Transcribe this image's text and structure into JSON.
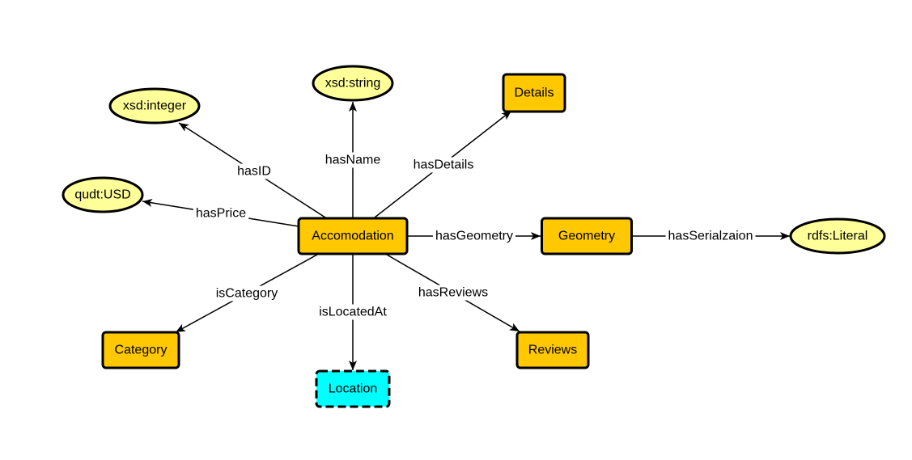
{
  "colors": {
    "class_fill": "#FFC800",
    "literal_fill": "#FFFF99",
    "external_fill": "#00FFFF",
    "stroke": "#000000",
    "edge_label_bg": "#FFFFFF"
  },
  "nodes": [
    {
      "id": "accomodation",
      "label": "Accomodation",
      "kind": "class"
    },
    {
      "id": "details",
      "label": "Details",
      "kind": "class"
    },
    {
      "id": "geometry",
      "label": "Geometry",
      "kind": "class"
    },
    {
      "id": "category",
      "label": "Category",
      "kind": "class"
    },
    {
      "id": "reviews",
      "label": "Reviews",
      "kind": "class"
    },
    {
      "id": "location",
      "label": "Location",
      "kind": "external"
    },
    {
      "id": "xsd-string",
      "label": "xsd:string",
      "kind": "literal"
    },
    {
      "id": "xsd-integer",
      "label": "xsd:integer",
      "kind": "literal"
    },
    {
      "id": "qudt-usd",
      "label": "qudt:USD",
      "kind": "literal"
    },
    {
      "id": "rdfs-literal",
      "label": "rdfs:Literal",
      "kind": "literal"
    }
  ],
  "edges": [
    {
      "from": "accomodation",
      "to": "xsd-integer",
      "label": "hasID"
    },
    {
      "from": "accomodation",
      "to": "xsd-string",
      "label": "hasName"
    },
    {
      "from": "accomodation",
      "to": "details",
      "label": "hasDetails"
    },
    {
      "from": "accomodation",
      "to": "qudt-usd",
      "label": "hasPrice"
    },
    {
      "from": "accomodation",
      "to": "geometry",
      "label": "hasGeometry"
    },
    {
      "from": "geometry",
      "to": "rdfs-literal",
      "label": "hasSerialzaion"
    },
    {
      "from": "accomodation",
      "to": "category",
      "label": "isCategory"
    },
    {
      "from": "accomodation",
      "to": "location",
      "label": "isLocatedAt"
    },
    {
      "from": "accomodation",
      "to": "reviews",
      "label": "hasReviews"
    }
  ]
}
